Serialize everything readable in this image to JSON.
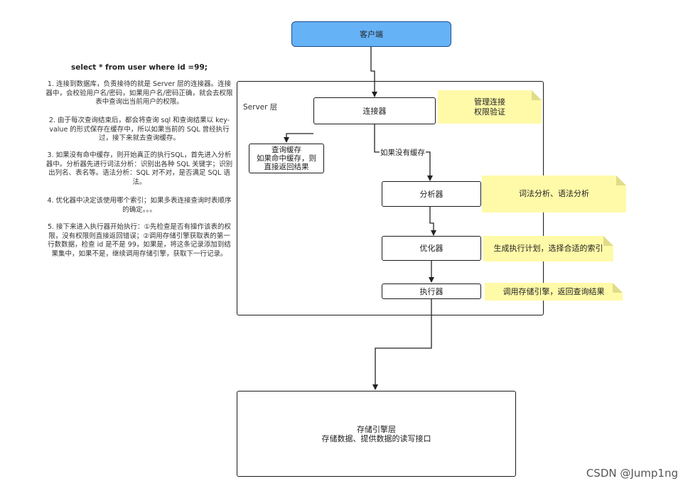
{
  "diagram": {
    "client_label": "客户端",
    "server_layer_label": "Server 层",
    "connector_label": "连接器",
    "cache_label_lines": [
      "查询缓存",
      "如果命中缓存，则",
      "直接返回结果"
    ],
    "edge_no_cache_label": "如果没有缓存",
    "analyzer_label": "分析器",
    "optimizer_label": "优化器",
    "executor_label": "执行器",
    "storage_label_lines": [
      "存储引擎层",
      "存储数据、提供数据的读写接口"
    ]
  },
  "notes": {
    "connector_note_lines": [
      "管理连接",
      "权限验证"
    ],
    "analyzer_note": "词法分析、语法分析",
    "optimizer_note": "生成执行计划，选择合适的索引",
    "executor_note": "调用存储引擎，返回查询结果"
  },
  "explanation": {
    "sql": "select * from user where id =99;",
    "steps": [
      "1. 连接到数据库，负责接待的就是 Server 层的连接器。连接器中，会校验用户名/密码，如果用户名/密码正确，就会去权限表中查询出当前用户的权限。",
      "2. 由于每次查询结束后，都会将查询 sql 和查询结果以 key-value 的形式保存在缓存中，所以如果当前的 SQL 曾经执行过，接下来就去查询缓存。",
      "3. 如果没有命中缓存，则开始真正的执行SQL，首先进入分析器中。分析器先进行词法分析：识别出各种 SQL 关键字；识别出列名、表名等。语法分析：SQL 对不对，是否满足 SQL 语法。",
      "4. 优化器中决定该使用哪个索引；如果多表连接查询时表顺序的确定。。。",
      "5. 接下来进入执行器开始执行：①先检查是否有操作该表的权限，没有权限则直接返回错误；②调用存储引擎获取表的第一行数数据，检查 id 是不是 99，如果是，将这条记录添加到结果集中，如果不是，继续调用存储引擎，获取下一行记录。"
    ]
  },
  "watermark": "CSDN @Jump1ng"
}
